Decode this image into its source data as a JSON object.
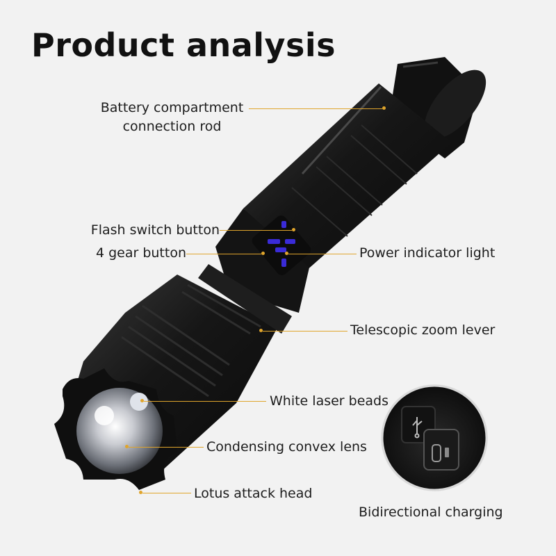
{
  "title": "Product analysis",
  "labels": {
    "battery_line1": "Battery compartment",
    "battery_line2": "connection rod",
    "flash_switch": "Flash switch button",
    "gear_button": "4 gear button",
    "power_indicator": "Power indicator light",
    "zoom_lever": "Telescopic zoom lever",
    "laser_beads": "White laser beads",
    "convex_lens": "Condensing convex lens",
    "attack_head": "Lotus attack head",
    "charging": "Bidirectional charging"
  },
  "colors": {
    "background": "#f2f2f2",
    "leader_lines": "#e0a52c",
    "indicator_leds": "#3a2bd8",
    "body": "#1a1a1a"
  }
}
